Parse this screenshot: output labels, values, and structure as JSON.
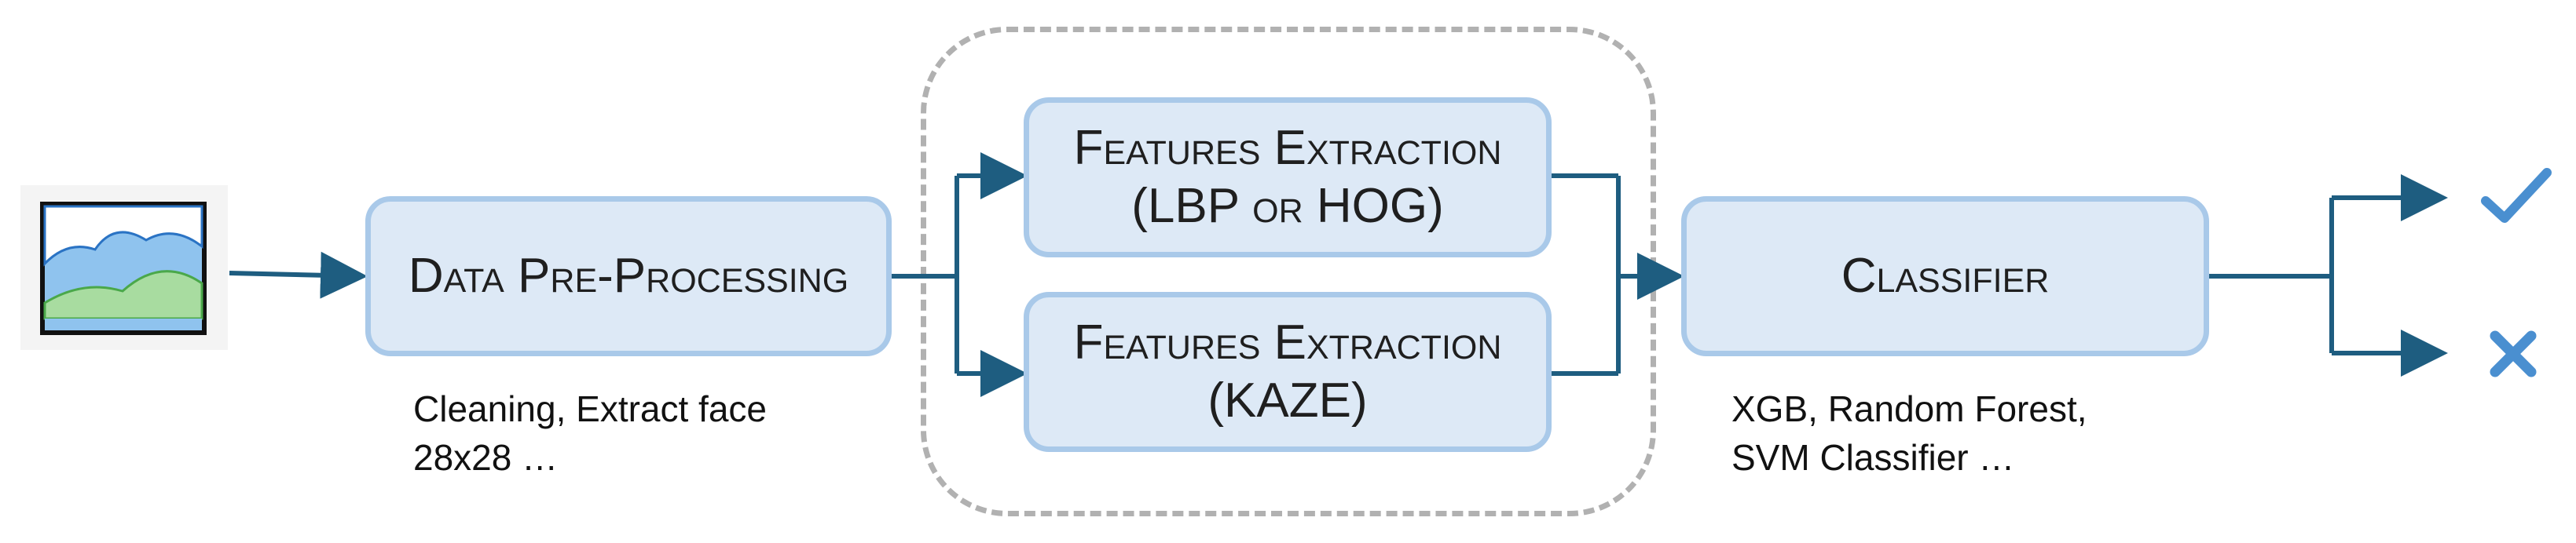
{
  "nodes": {
    "preprocessing": {
      "label": "Data Pre-Processing"
    },
    "features_top": {
      "line1": "Features Extraction",
      "line2": "(LBP or HOG)"
    },
    "features_bottom": {
      "line1": "Features Extraction",
      "line2": "(KAZE)"
    },
    "classifier": {
      "label": "Classifier"
    }
  },
  "captions": {
    "preprocessing": [
      "Cleaning, Extract face",
      "28x28 …"
    ],
    "classifier": [
      "XGB, Random Forest,",
      "SVM Classifier …"
    ]
  },
  "outputs": {
    "positive_icon": "check-icon",
    "negative_icon": "cross-icon"
  },
  "colors": {
    "box_fill": "#dde9f6",
    "box_border": "#a9c9e9",
    "arrow": "#1e5d80",
    "dashed_border": "#b1b1b1",
    "output_icons": "#4a8fd0"
  }
}
